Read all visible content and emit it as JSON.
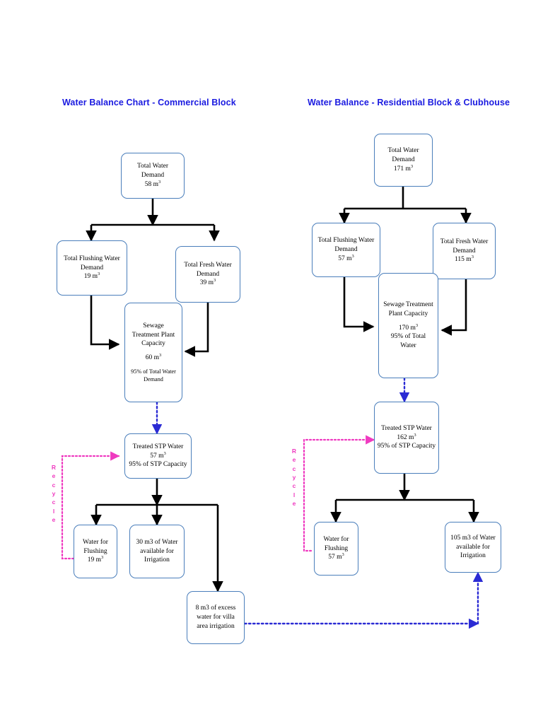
{
  "page": {
    "background": "#ffffff",
    "title_color": "#1a1ae0",
    "box_border_color": "#4a7ebb",
    "solid_arrow_color": "#000000",
    "recycle_color": "#ef3ac0",
    "excess_arrow_color": "#1a1ae0"
  },
  "left_chart": {
    "title": "Water Balance Chart - Commercial Block",
    "recycle_label": "Recycle",
    "recycle_letters": [
      "R",
      "e",
      "c",
      "y",
      "c",
      "l",
      "e"
    ],
    "nodes": {
      "total_demand": {
        "l1": "Total Water",
        "l2": "Demand",
        "l3": "58 m",
        "sup": "3"
      },
      "flushing_demand": {
        "l1": "Total Flushing Water",
        "l2": "Demand",
        "l3": "19 m",
        "sup": "3"
      },
      "fresh_demand": {
        "l1": "Total Fresh Water",
        "l2": "Demand",
        "l3": "39 m",
        "sup": "3"
      },
      "stp_capacity": {
        "l1": "Sewage",
        "l2": "Treatment Plant",
        "l3": "Capacity",
        "l4": "60 m",
        "sup": "3",
        "l5": "95% of Total Water",
        "l6": "Demand"
      },
      "treated_stp": {
        "l1": "Treated STP Water",
        "l2": "57 m",
        "sup": "3",
        "l3": "95% of STP Capacity"
      },
      "water_flushing": {
        "l1": "Water for",
        "l2": "Flushing",
        "l3": "19 m",
        "sup": "3"
      },
      "irrigation": {
        "l1": "30 m3 of Water",
        "l2": "available for",
        "l3": "Irrigation"
      },
      "excess": {
        "l1": "8 m3 of excess",
        "l2": "water for  villa",
        "l3": "area irrigation"
      }
    }
  },
  "right_chart": {
    "title": "Water Balance - Residential Block & Clubhouse",
    "recycle_label": "Recycle",
    "recycle_letters": [
      "R",
      "e",
      "c",
      "y",
      "c",
      "l",
      "e"
    ],
    "nodes": {
      "total_demand": {
        "l1": "Total Water",
        "l2": "Demand",
        "l3": "171 m",
        "sup": "3"
      },
      "flushing_demand": {
        "l1": "Total Flushing Water",
        "l2": "Demand",
        "l3": "57 m",
        "sup": "3"
      },
      "fresh_demand": {
        "l1": "Total Fresh Water",
        "l2": "Demand",
        "l3": "115 m",
        "sup": "3"
      },
      "stp_capacity": {
        "l1": "Sewage Treatment",
        "l2": "Plant Capacity",
        "l3": "170 m",
        "sup": "3",
        "l4": "95% of Total",
        "l5": "Water"
      },
      "treated_stp": {
        "l1": "Treated STP Water",
        "l2": "162 m",
        "sup": "3",
        "l3": "95% of STP Capacity"
      },
      "water_flushing": {
        "l1": "Water for",
        "l2": "Flushing",
        "l3": "57 m",
        "sup": "3"
      },
      "irrigation": {
        "l1": "105 m3 of Water",
        "l2": "available  for",
        "l3": "Irrigation"
      }
    }
  }
}
